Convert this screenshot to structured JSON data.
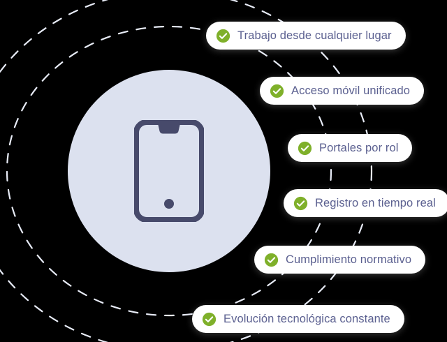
{
  "graphic": {
    "name": "mobile-benefits-orbit-diagram",
    "background_color": "#000000",
    "core": {
      "disc_color": "#dce1ef",
      "icon_name": "smartphone-icon",
      "icon_color": "#474a6b"
    },
    "rings": {
      "stroke_color": "#e8ecf7",
      "style": "dashed",
      "count": 2
    },
    "accent_color": "#7fb02a",
    "pill_background": "#ffffff",
    "pill_text_color": "#5b6090"
  },
  "features": [
    {
      "icon": "check-circle-icon",
      "label": "Trabajo desde cualquier lugar"
    },
    {
      "icon": "check-circle-icon",
      "label": "Acceso móvil unificado"
    },
    {
      "icon": "check-circle-icon",
      "label": "Portales por rol"
    },
    {
      "icon": "check-circle-icon",
      "label": "Registro en tiempo real"
    },
    {
      "icon": "check-circle-icon",
      "label": "Cumplimiento normativo"
    },
    {
      "icon": "check-circle-icon",
      "label": "Evolución tecnológica constante"
    }
  ]
}
